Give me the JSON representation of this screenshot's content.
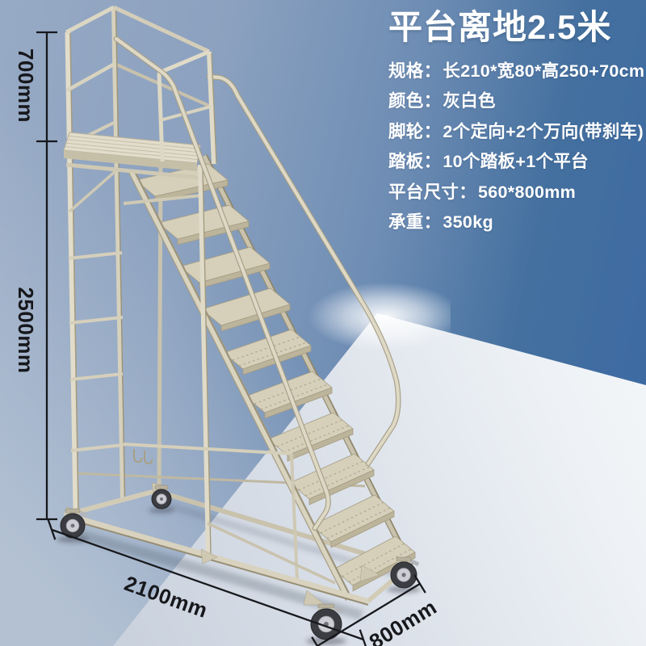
{
  "product_card": {
    "title": "平台离地2.5米",
    "colon": "：",
    "specs": [
      {
        "label": "规格",
        "value": "长210*宽80*高250+70cm"
      },
      {
        "label": "颜色",
        "value": "灰白色"
      },
      {
        "label": "脚轮",
        "value": "2个定向+2个万向(带刹车)"
      },
      {
        "label": "踏板",
        "value": "10个踏板+1个平台"
      },
      {
        "label": "平台尺寸",
        "value": "560*800mm"
      },
      {
        "label": "承重",
        "value": "350kg"
      }
    ]
  },
  "dimension_labels": {
    "upper_height": "700mm",
    "main_height": "2500mm",
    "length": "2100mm",
    "depth": "800mm"
  },
  "colors": {
    "wall_blue": "#3e6ba7",
    "wall_light": "#97aac5",
    "floor_white": "#edf1f5",
    "ladder_beige": "#d8d3bf",
    "dimension_text": "#17181c",
    "info_text": "#ffffff"
  }
}
